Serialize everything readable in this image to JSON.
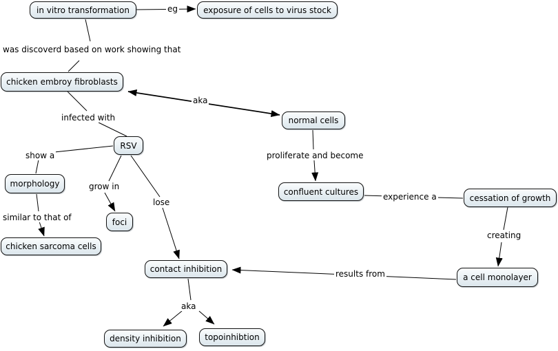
{
  "app": {
    "type": "concept-map",
    "title": "in vitro transformation concept map"
  },
  "colors": {
    "background": "#ffffff",
    "concept_fill_top": "#fafcfd",
    "concept_fill_bottom": "#dbe6ec",
    "concept_border": "#111111",
    "line": "#000000",
    "text": "#000000"
  },
  "concepts": [
    {
      "id": "in-vitro-transformation",
      "label": "in vitro transformation"
    },
    {
      "id": "exposure-of-cells",
      "label": "exposure of cells to virus stock"
    },
    {
      "id": "chicken-embroy-fibroblasts",
      "label": "chicken embroy fibroblasts"
    },
    {
      "id": "normal-cells",
      "label": "normal cells"
    },
    {
      "id": "rsv",
      "label": "RSV"
    },
    {
      "id": "morphology",
      "label": "morphology"
    },
    {
      "id": "foci",
      "label": "foci"
    },
    {
      "id": "chicken-sarcoma-cells",
      "label": "chicken sarcoma cells"
    },
    {
      "id": "confluent-cultures",
      "label": "confluent cultures"
    },
    {
      "id": "cessation-of-growth",
      "label": "cessation of growth"
    },
    {
      "id": "a-cell-monolayer",
      "label": "a cell monolayer"
    },
    {
      "id": "contact-inhibition",
      "label": "contact inhibition"
    },
    {
      "id": "density-inhibition",
      "label": "density inhibition"
    },
    {
      "id": "topoinhibtion",
      "label": "topoinhibtion"
    }
  ],
  "phrases": [
    {
      "id": "eg",
      "label": "eg"
    },
    {
      "id": "was-discoverd",
      "label": "was discoverd based on work showing that"
    },
    {
      "id": "aka-upper",
      "label": "aka"
    },
    {
      "id": "infected-with",
      "label": "infected with"
    },
    {
      "id": "show-a",
      "label": "show a"
    },
    {
      "id": "grow-in",
      "label": "grow in"
    },
    {
      "id": "lose",
      "label": "lose"
    },
    {
      "id": "similar-to-that-of",
      "label": "similar to that of"
    },
    {
      "id": "proliferate-and-become",
      "label": "proliferate and become"
    },
    {
      "id": "experience-a",
      "label": "experience a"
    },
    {
      "id": "creating",
      "label": "creating"
    },
    {
      "id": "results-from",
      "label": "results from"
    },
    {
      "id": "aka-lower",
      "label": "aka"
    }
  ],
  "edges": [
    {
      "from": "in vitro transformation",
      "label": "eg",
      "to": "exposure of cells to virus stock",
      "arrow": "forward"
    },
    {
      "from": "in vitro transformation",
      "label": "was discoverd based on work showing that",
      "to": "chicken embroy fibroblasts",
      "arrow": "none"
    },
    {
      "from": "chicken embroy fibroblasts",
      "label": "aka",
      "to": "normal cells",
      "arrow": "both"
    },
    {
      "from": "chicken embroy fibroblasts",
      "label": "infected with",
      "to": "RSV",
      "arrow": "none"
    },
    {
      "from": "RSV",
      "label": "show a",
      "to": "morphology",
      "arrow": "none"
    },
    {
      "from": "morphology",
      "label": "similar to that of",
      "to": "chicken sarcoma cells",
      "arrow": "forward"
    },
    {
      "from": "RSV",
      "label": "grow in",
      "to": "foci",
      "arrow": "forward"
    },
    {
      "from": "RSV",
      "label": "lose",
      "to": "contact inhibition",
      "arrow": "forward"
    },
    {
      "from": "normal cells",
      "label": "proliferate and become",
      "to": "confluent cultures",
      "arrow": "forward"
    },
    {
      "from": "confluent cultures",
      "label": "experience a",
      "to": "cessation of growth",
      "arrow": "none"
    },
    {
      "from": "cessation of growth",
      "label": "creating",
      "to": "a cell monolayer",
      "arrow": "forward"
    },
    {
      "from": "a cell monolayer",
      "label": "results from",
      "to": "contact inhibition",
      "arrow": "forward"
    },
    {
      "from": "contact inhibition",
      "label": "aka",
      "to": "density inhibition",
      "arrow": "forward"
    },
    {
      "from": "contact inhibition",
      "label": "aka",
      "to": "topoinhibtion",
      "arrow": "forward"
    }
  ]
}
